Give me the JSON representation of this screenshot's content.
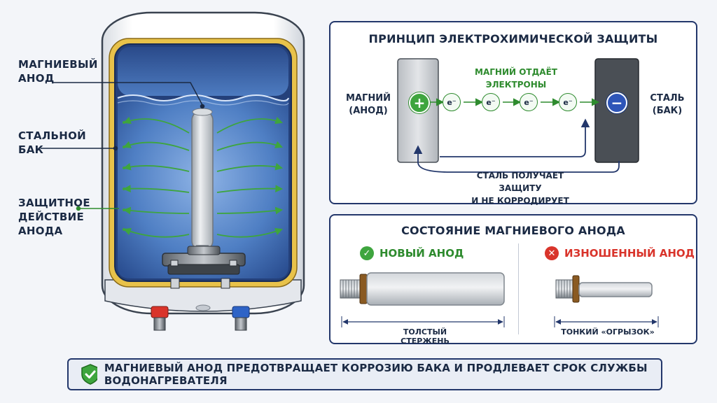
{
  "labels": {
    "anode": [
      "МАГНИЕВЫЙ",
      "АНОД"
    ],
    "tank": [
      "СТАЛЬНОЙ",
      "БАК"
    ],
    "protection": [
      "ЗАЩИТНОЕ",
      "ДЕЙСТВИЕ",
      "АНОДА"
    ]
  },
  "principle": {
    "title": "ПРИНЦИП ЭЛЕКТРОХИМИЧЕСКОЙ ЗАЩИТЫ",
    "magnesium_label": [
      "МАГНИЙ",
      "(АНОД)"
    ],
    "steel_label": [
      "СТАЛЬ",
      "(БАК)"
    ],
    "gives_electrons": "МАГНИЙ ОТДАЁТ ЭЛЕКТРОНЫ",
    "electron_symbol": "e⁻",
    "plus_sign": "+",
    "minus_sign": "−",
    "steel_protected": [
      "СТАЛЬ ПОЛУЧАЕТ ЗАЩИТУ",
      "И НЕ КОРРОДИРУЕТ"
    ]
  },
  "state": {
    "title": "СОСТОЯНИЕ МАГНИЕВОГО АНОДА",
    "new_label": "НОВЫЙ АНОД",
    "worn_label": "ИЗНОШЕННЫЙ АНОД",
    "new_icon": "✓",
    "worn_icon": "✕",
    "thick_caption": "ТОЛСТЫЙ СТЕРЖЕНЬ",
    "thin_caption": "ТОНКИЙ «ОГРЫЗОК»"
  },
  "banner": {
    "text": "МАГНИЕВЫЙ АНОД ПРЕДОТВРАЩАЕТ КОРРОЗИЮ БАКА И ПРОДЛЕВАЕТ СРОК СЛУЖБЫ ВОДОНАГРЕВАТЕЛЯ",
    "icon": "shield-check-icon"
  },
  "colors": {
    "navy": "#23376b",
    "green": "#2e8b2e",
    "red": "#d9342b",
    "water": "#3f6fb3",
    "insulation": "#e8c24a"
  }
}
